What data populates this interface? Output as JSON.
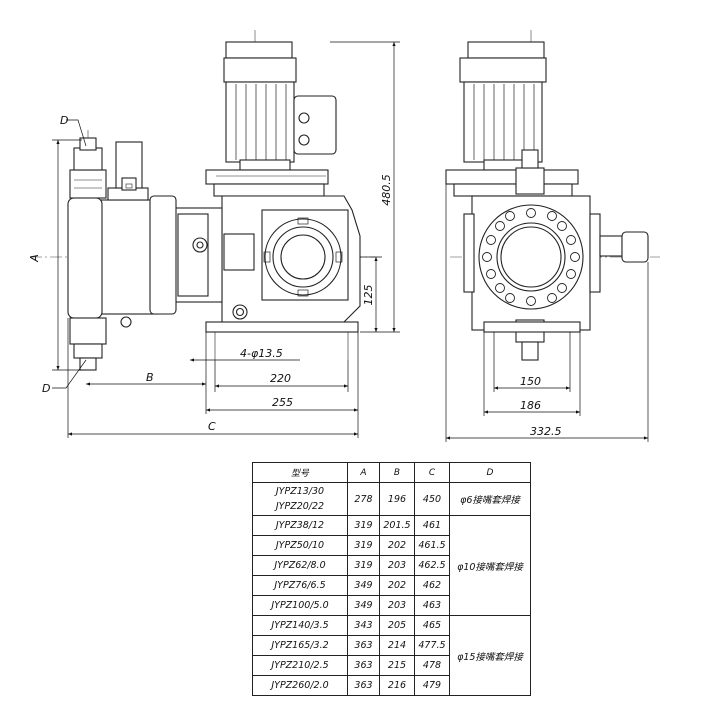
{
  "dimensions": {
    "height_total": "480.5",
    "height_axis": "125",
    "bolt_holes": "4-φ13.5",
    "base_width_inner": "220",
    "base_width_outer": "255",
    "label_A": "A",
    "label_B": "B",
    "label_C": "C",
    "label_D_top": "D",
    "label_D_bottom": "D",
    "side_150": "150",
    "side_186": "186",
    "side_332": "332.5"
  },
  "table": {
    "headers": [
      "型号",
      "A",
      "B",
      "C",
      "D"
    ],
    "rows": [
      {
        "model": [
          "JYPZ13/30",
          "JYPZ20/22"
        ],
        "A": "278",
        "B": "196",
        "C": "450"
      },
      {
        "model": [
          "JYPZ38/12"
        ],
        "A": "319",
        "B": "201.5",
        "C": "461"
      },
      {
        "model": [
          "JYPZ50/10"
        ],
        "A": "319",
        "B": "202",
        "C": "461.5"
      },
      {
        "model": [
          "JYPZ62/8.0"
        ],
        "A": "319",
        "B": "203",
        "C": "462.5"
      },
      {
        "model": [
          "JYPZ76/6.5"
        ],
        "A": "349",
        "B": "202",
        "C": "462"
      },
      {
        "model": [
          "JYPZ100/5.0"
        ],
        "A": "349",
        "B": "203",
        "C": "463"
      },
      {
        "model": [
          "JYPZ140/3.5"
        ],
        "A": "343",
        "B": "205",
        "C": "465"
      },
      {
        "model": [
          "JYPZ165/3.2"
        ],
        "A": "363",
        "B": "214",
        "C": "477.5"
      },
      {
        "model": [
          "JYPZ210/2.5"
        ],
        "A": "363",
        "B": "215",
        "C": "478"
      },
      {
        "model": [
          "JYPZ260/2.0"
        ],
        "A": "363",
        "B": "216",
        "C": "479"
      }
    ],
    "d_groups": [
      {
        "label": "φ6接嘴套焊接",
        "rows": 1
      },
      {
        "label": "φ10接嘴套焊接",
        "rows": 5
      },
      {
        "label": "φ15接嘴套焊接",
        "rows": 4
      }
    ]
  }
}
